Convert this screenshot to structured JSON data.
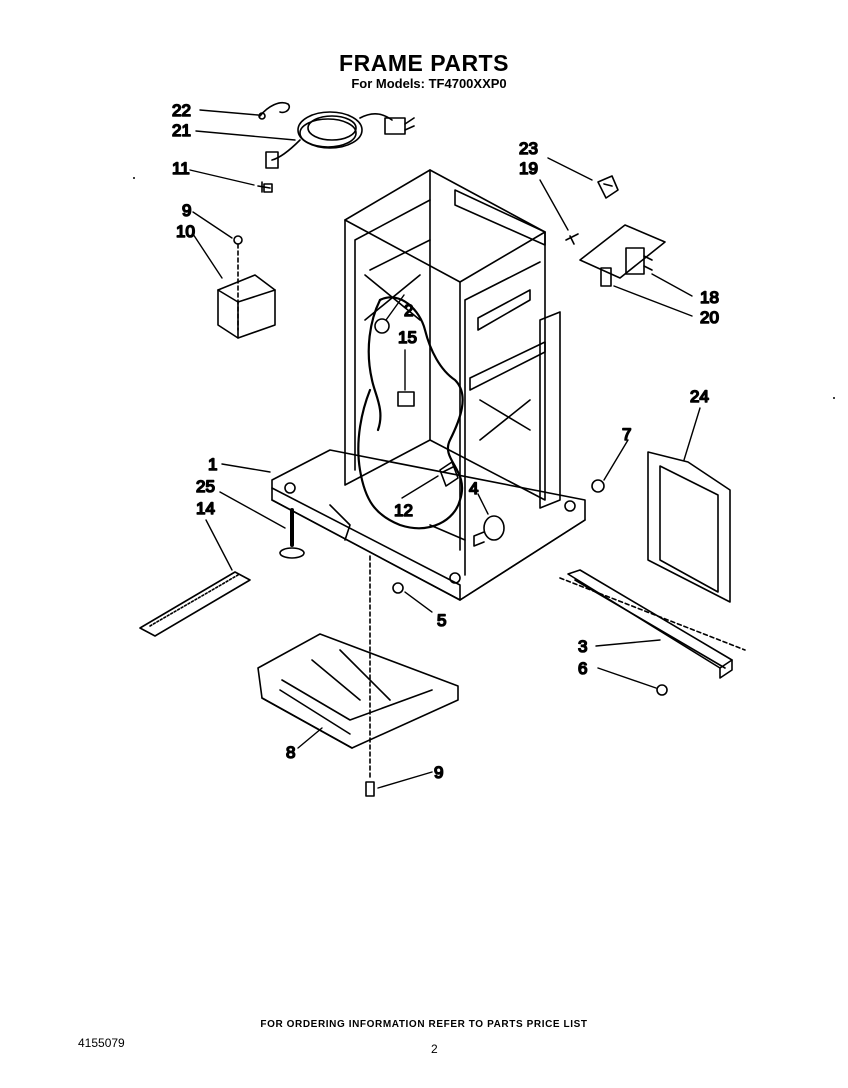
{
  "header": {
    "title": "FRAME PARTS",
    "subtitle": "For Models: TF4700XXP0"
  },
  "callouts": [
    "22",
    "21",
    "11",
    "9",
    "10",
    "23",
    "19",
    "18",
    "20",
    "2",
    "15",
    "24",
    "7",
    "1",
    "25",
    "14",
    "12",
    "4",
    "5",
    "3",
    "6",
    "8",
    "9"
  ],
  "footer": {
    "ordering_note": "FOR ORDERING INFORMATION REFER TO PARTS PRICE LIST",
    "document_number": "4155079",
    "page_number": "2"
  }
}
